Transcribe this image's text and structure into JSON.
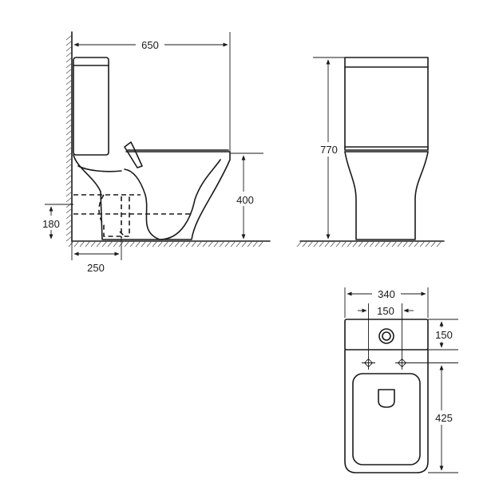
{
  "dimensions": {
    "side_width": "650",
    "side_height": "400",
    "side_outlet_height": "180",
    "side_wall_distance": "250",
    "front_height": "770",
    "top_width": "340",
    "top_hole_spacing": "150",
    "top_tank_depth": "150",
    "top_bowl_length": "425"
  },
  "colors": {
    "line": "#1a1a1a",
    "background": "#ffffff"
  }
}
